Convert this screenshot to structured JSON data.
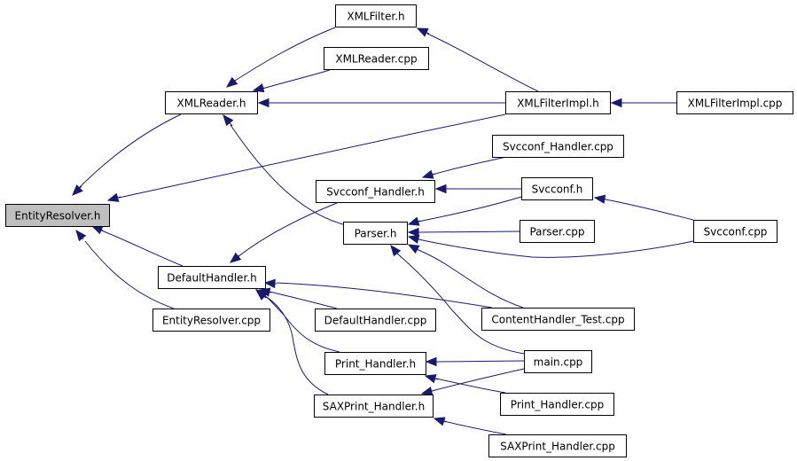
{
  "diagram": {
    "type": "include-dependency-graph",
    "edge_color": "#191970",
    "root_fill": "#bfbfbf",
    "nodes": [
      {
        "id": "EntityResolver_h",
        "label": "EntityResolver.h",
        "root": true
      },
      {
        "id": "XMLReader_h",
        "label": "XMLReader.h"
      },
      {
        "id": "XMLFilter_h",
        "label": "XMLFilter.h"
      },
      {
        "id": "XMLReader_cpp",
        "label": "XMLReader.cpp"
      },
      {
        "id": "XMLFilterImpl_h",
        "label": "XMLFilterImpl.h"
      },
      {
        "id": "XMLFilterImpl_cpp",
        "label": "XMLFilterImpl.cpp"
      },
      {
        "id": "Svcconf_Handler_cpp",
        "label": "Svcconf_Handler.cpp"
      },
      {
        "id": "Svcconf_Handler_h",
        "label": "Svcconf_Handler.h"
      },
      {
        "id": "Svcconf_h",
        "label": "Svcconf.h"
      },
      {
        "id": "Parser_h",
        "label": "Parser.h"
      },
      {
        "id": "Parser_cpp",
        "label": "Parser.cpp"
      },
      {
        "id": "Svcconf_cpp",
        "label": "Svcconf.cpp"
      },
      {
        "id": "DefaultHandler_h",
        "label": "DefaultHandler.h"
      },
      {
        "id": "EntityResolver_cpp",
        "label": "EntityResolver.cpp"
      },
      {
        "id": "DefaultHandler_cpp",
        "label": "DefaultHandler.cpp"
      },
      {
        "id": "ContentHandler_Test_cpp",
        "label": "ContentHandler_Test.cpp"
      },
      {
        "id": "Print_Handler_h",
        "label": "Print_Handler.h"
      },
      {
        "id": "main_cpp",
        "label": "main.cpp"
      },
      {
        "id": "SAXPrint_Handler_h",
        "label": "SAXPrint_Handler.h"
      },
      {
        "id": "Print_Handler_cpp",
        "label": "Print_Handler.cpp"
      },
      {
        "id": "SAXPrint_Handler_cpp",
        "label": "SAXPrint_Handler.cpp"
      }
    ],
    "edges": [
      {
        "from": "XMLReader_h",
        "to": "EntityResolver_h"
      },
      {
        "from": "XMLFilterImpl_h",
        "to": "EntityResolver_h"
      },
      {
        "from": "DefaultHandler_h",
        "to": "EntityResolver_h"
      },
      {
        "from": "EntityResolver_cpp",
        "to": "EntityResolver_h"
      },
      {
        "from": "XMLFilter_h",
        "to": "XMLReader_h"
      },
      {
        "from": "XMLReader_cpp",
        "to": "XMLReader_h"
      },
      {
        "from": "XMLFilterImpl_h",
        "to": "XMLReader_h"
      },
      {
        "from": "Parser_h",
        "to": "XMLReader_h"
      },
      {
        "from": "XMLFilterImpl_h",
        "to": "XMLFilter_h"
      },
      {
        "from": "XMLFilterImpl_cpp",
        "to": "XMLFilterImpl_h"
      },
      {
        "from": "Svcconf_Handler_cpp",
        "to": "Svcconf_Handler_h"
      },
      {
        "from": "Svcconf_h",
        "to": "Svcconf_Handler_h"
      },
      {
        "from": "Svcconf_h",
        "to": "Parser_h"
      },
      {
        "from": "Parser_cpp",
        "to": "Parser_h"
      },
      {
        "from": "Svcconf_cpp",
        "to": "Parser_h"
      },
      {
        "from": "ContentHandler_Test_cpp",
        "to": "Parser_h"
      },
      {
        "from": "main_cpp",
        "to": "Parser_h"
      },
      {
        "from": "Svcconf_cpp",
        "to": "Svcconf_h"
      },
      {
        "from": "Svcconf_Handler_h",
        "to": "DefaultHandler_h"
      },
      {
        "from": "DefaultHandler_cpp",
        "to": "DefaultHandler_h"
      },
      {
        "from": "ContentHandler_Test_cpp",
        "to": "DefaultHandler_h"
      },
      {
        "from": "Print_Handler_h",
        "to": "DefaultHandler_h"
      },
      {
        "from": "SAXPrint_Handler_h",
        "to": "DefaultHandler_h"
      },
      {
        "from": "main_cpp",
        "to": "Print_Handler_h"
      },
      {
        "from": "Print_Handler_cpp",
        "to": "Print_Handler_h"
      },
      {
        "from": "main_cpp",
        "to": "SAXPrint_Handler_h"
      },
      {
        "from": "SAXPrint_Handler_cpp",
        "to": "SAXPrint_Handler_h"
      }
    ]
  }
}
